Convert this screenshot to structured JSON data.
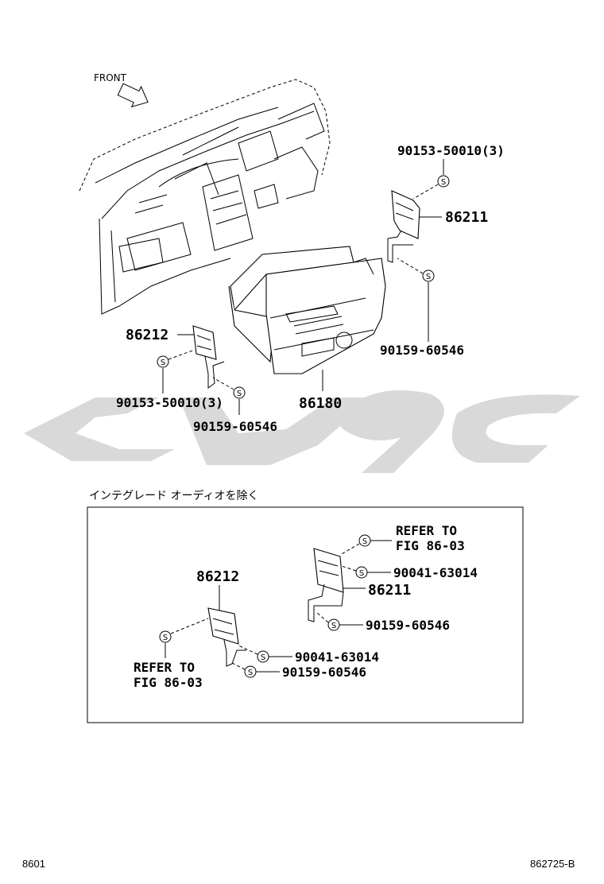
{
  "front_label": "FRONT",
  "section_note": "インテグレード オーディオを除く",
  "fastener_symbol": "S",
  "top_parts": {
    "p_90153_upper": "90153-50010(3)",
    "p_86211": "86211",
    "p_90159_right": "90159-60546",
    "p_86212": "86212",
    "p_90153_lower": "90153-50010(3)",
    "p_90159_lower": "90159-60546",
    "p_86180": "86180"
  },
  "inset_parts": {
    "refer_a_line1": "REFER TO",
    "refer_a_line2": "FIG 86-03",
    "p_90041_right": "90041-63014",
    "p_86211": "86211",
    "p_90159_right": "90159-60546",
    "p_86212": "86212",
    "refer_b_line1": "REFER TO",
    "refer_b_line2": "FIG 86-03",
    "p_90041_left": "90041-63014",
    "p_90159_left": "90159-60546"
  },
  "footer": {
    "left_code": "8601",
    "right_code": "862725-B"
  }
}
